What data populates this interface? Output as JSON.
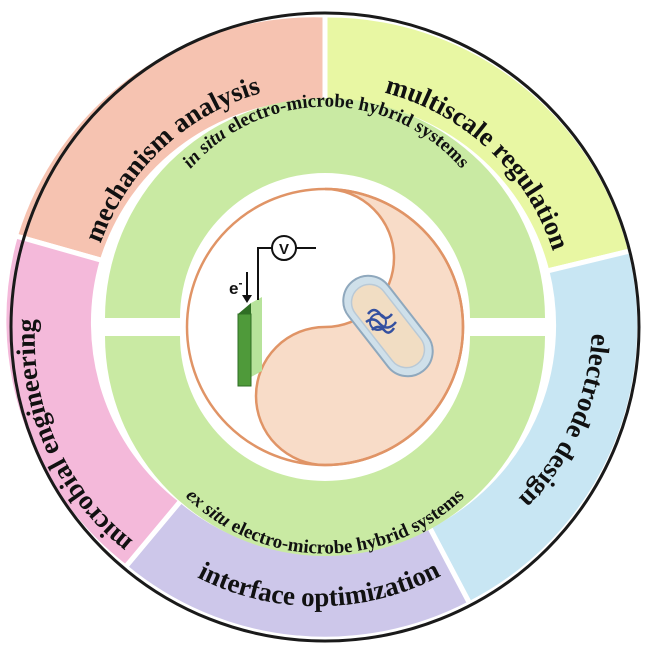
{
  "colors": {
    "mechanism": "#f6c3b1",
    "multiscale": "#e8f7a3",
    "electrode": "#c8e6f3",
    "interface": "#cdc7ea",
    "microbial": "#f4b9da",
    "inner_ring": "#c9eaa3",
    "inner_ring_dark": "#b4de86",
    "core": "#f8dcc8",
    "outline": "#e09466",
    "electrode_plate": "#4f9a3a",
    "electrode_plate_light": "#b7e39b",
    "cell_outer": "#9cb3c6",
    "cell_inner": "#f1ddc3",
    "cell_dna": "#3551a0"
  },
  "outer_segments": [
    {
      "label": "mechanism analysis",
      "color_key": "mechanism"
    },
    {
      "label": "multiscale regulation",
      "color_key": "multiscale"
    },
    {
      "label": "electrode design",
      "color_key": "electrode"
    },
    {
      "label": "interface optimization",
      "color_key": "interface"
    },
    {
      "label": "microbial engineering",
      "color_key": "microbial"
    }
  ],
  "inner_ring": {
    "top": {
      "italic": "in situ",
      "rest": " electro-microbe hybrid systems"
    },
    "bottom": {
      "italic": "ex situ",
      "rest": " electro-microbe hybrid systems"
    }
  },
  "core": {
    "electron_label": "e",
    "electron_superscript": "-",
    "voltmeter_label": "V"
  }
}
